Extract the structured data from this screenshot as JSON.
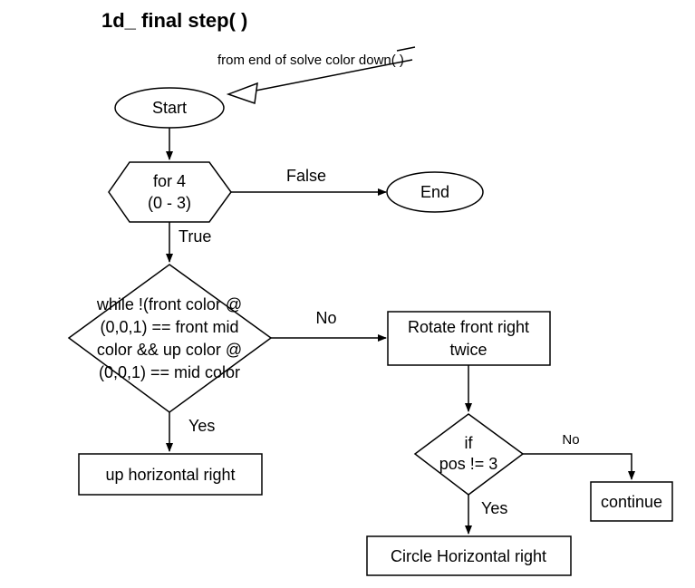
{
  "title": "1d_ final step( )",
  "note": "from end of solve color down( )",
  "nodes": {
    "start": "Start",
    "loop": [
      "for 4",
      "(0 - 3)"
    ],
    "end": "End",
    "while": [
      "while !(front color @",
      "(0,0,1) == front mid",
      "color && up color @",
      "(0,0,1) == mid color"
    ],
    "rotate": [
      "Rotate front right",
      "twice"
    ],
    "up_horizontal": "up horizontal right",
    "if": [
      "if",
      "pos != 3"
    ],
    "continue": "continue",
    "circle_horizontal": "Circle Horizontal right"
  },
  "edges": {
    "false": "False",
    "true": "True",
    "no_while": "No",
    "yes_while": "Yes",
    "no_if": "No",
    "yes_if": "Yes"
  }
}
